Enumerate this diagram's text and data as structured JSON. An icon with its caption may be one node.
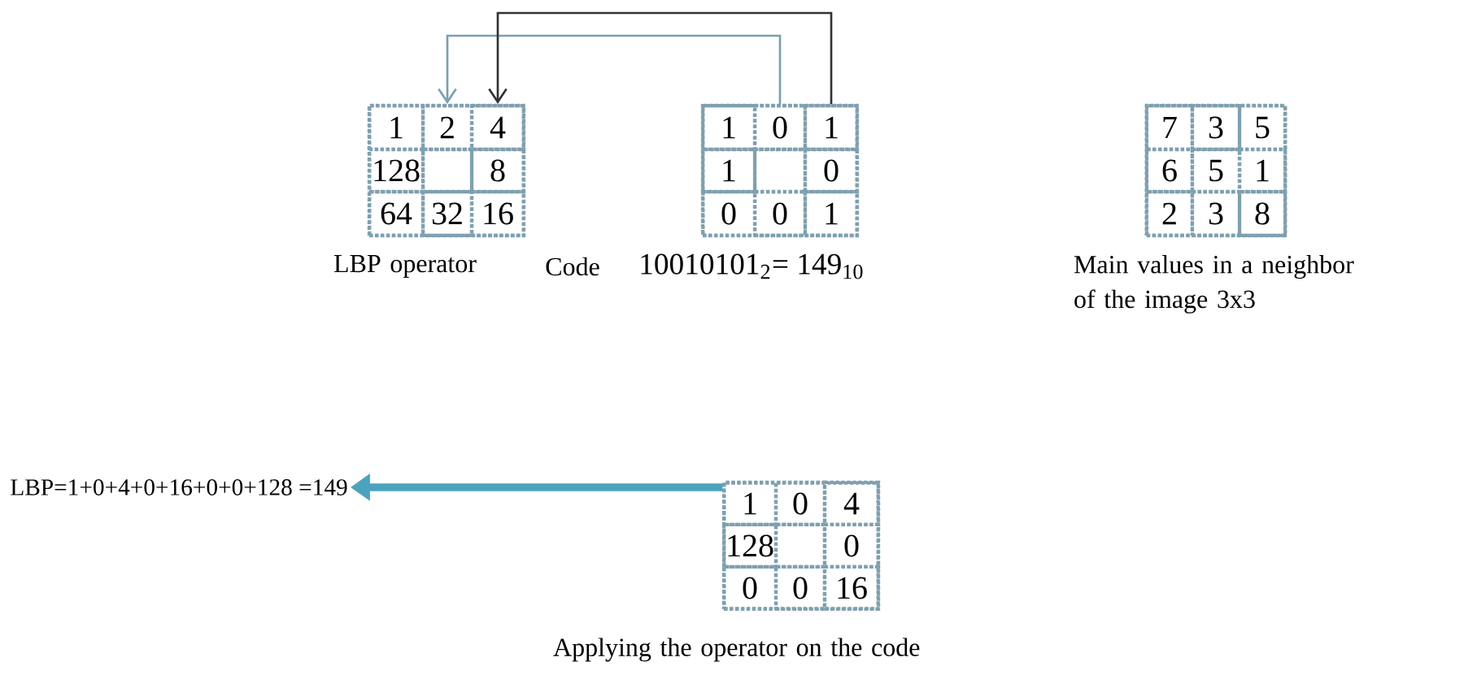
{
  "diagram": {
    "nodes": [
      {
        "text": [],
        "shape": "box",
        "beside": [
          "LBP operator"
        ]
      },
      {
        "text": [
          "1"
        ],
        "in": 0
      },
      {
        "text": [
          "2"
        ],
        "in": 0
      },
      {
        "text": [
          "4"
        ],
        "in": 0
      },
      {
        "text": [
          "128"
        ],
        "in": 0
      },
      {
        "text": [],
        "shape": "box",
        "in": 0
      },
      {
        "text": [
          "8"
        ],
        "in": 0
      },
      {
        "text": [
          "64"
        ],
        "in": 0
      },
      {
        "text": [
          "32"
        ],
        "in": 0
      },
      {
        "text": [
          "16"
        ],
        "in": 0
      },
      {
        "text": [],
        "shape": "box"
      },
      {
        "text": [
          "1"
        ],
        "in": 10
      },
      {
        "text": [
          "0"
        ],
        "in": 10
      },
      {
        "text": [
          "1"
        ],
        "in": 10
      },
      {
        "text": [
          "1"
        ],
        "in": 10
      },
      {
        "text": [],
        "shape": "box",
        "in": 10
      },
      {
        "text": [
          "0"
        ],
        "in": 10
      },
      {
        "text": [
          "0"
        ],
        "in": 10
      },
      {
        "text": [
          "0"
        ],
        "in": 10
      },
      {
        "text": [
          "1"
        ],
        "in": 10
      },
      {
        "text": [],
        "shape": "box",
        "beside": [
          "Main values in a neighbor of the image 3x3"
        ]
      },
      {
        "text": [
          "7"
        ],
        "in": 20
      },
      {
        "text": [
          "3"
        ],
        "in": 20
      },
      {
        "text": [
          "5"
        ],
        "in": 20
      },
      {
        "text": [
          "6"
        ],
        "in": 20
      },
      {
        "text": [
          "5"
        ],
        "in": 20
      },
      {
        "text": [
          "1"
        ],
        "in": 20
      },
      {
        "text": [
          "2"
        ],
        "in": 20
      },
      {
        "text": [
          "3"
        ],
        "in": 20
      },
      {
        "text": [
          "8"
        ],
        "in": 20
      },
      {
        "text": [
          "LBP=1+0+4+0+16+0+0+128 =149"
        ]
      },
      {
        "text": [],
        "shape": "box",
        "beside": [
          "Applying the operator on the code"
        ]
      },
      {
        "text": [
          "1"
        ],
        "in": 31
      },
      {
        "text": [
          "0"
        ],
        "in": 31
      },
      {
        "text": [
          "4"
        ],
        "in": 31
      },
      {
        "text": [
          "128"
        ],
        "in": 31
      },
      {
        "text": [],
        "shape": "box",
        "in": 31
      },
      {
        "text": [
          "0"
        ],
        "in": 31
      },
      {
        "text": [
          "0"
        ],
        "in": 31
      },
      {
        "text": [
          "0"
        ],
        "in": 31
      },
      {
        "text": [
          "16"
        ],
        "in": 31
      }
    ],
    "edges": [
      {
        "from": 12,
        "to": 2,
        "arrow": "to",
        "color": "#7a9fb0"
      },
      {
        "from": 13,
        "to": 3,
        "arrow": "to",
        "color": "#333333"
      },
      {
        "from": 31,
        "to": 30,
        "arrow": "to",
        "style": "thick",
        "color": "#4ba3be"
      }
    ],
    "labels": [
      "Code",
      "10010101$_{2}$= 149$_{10}$"
    ]
  }
}
